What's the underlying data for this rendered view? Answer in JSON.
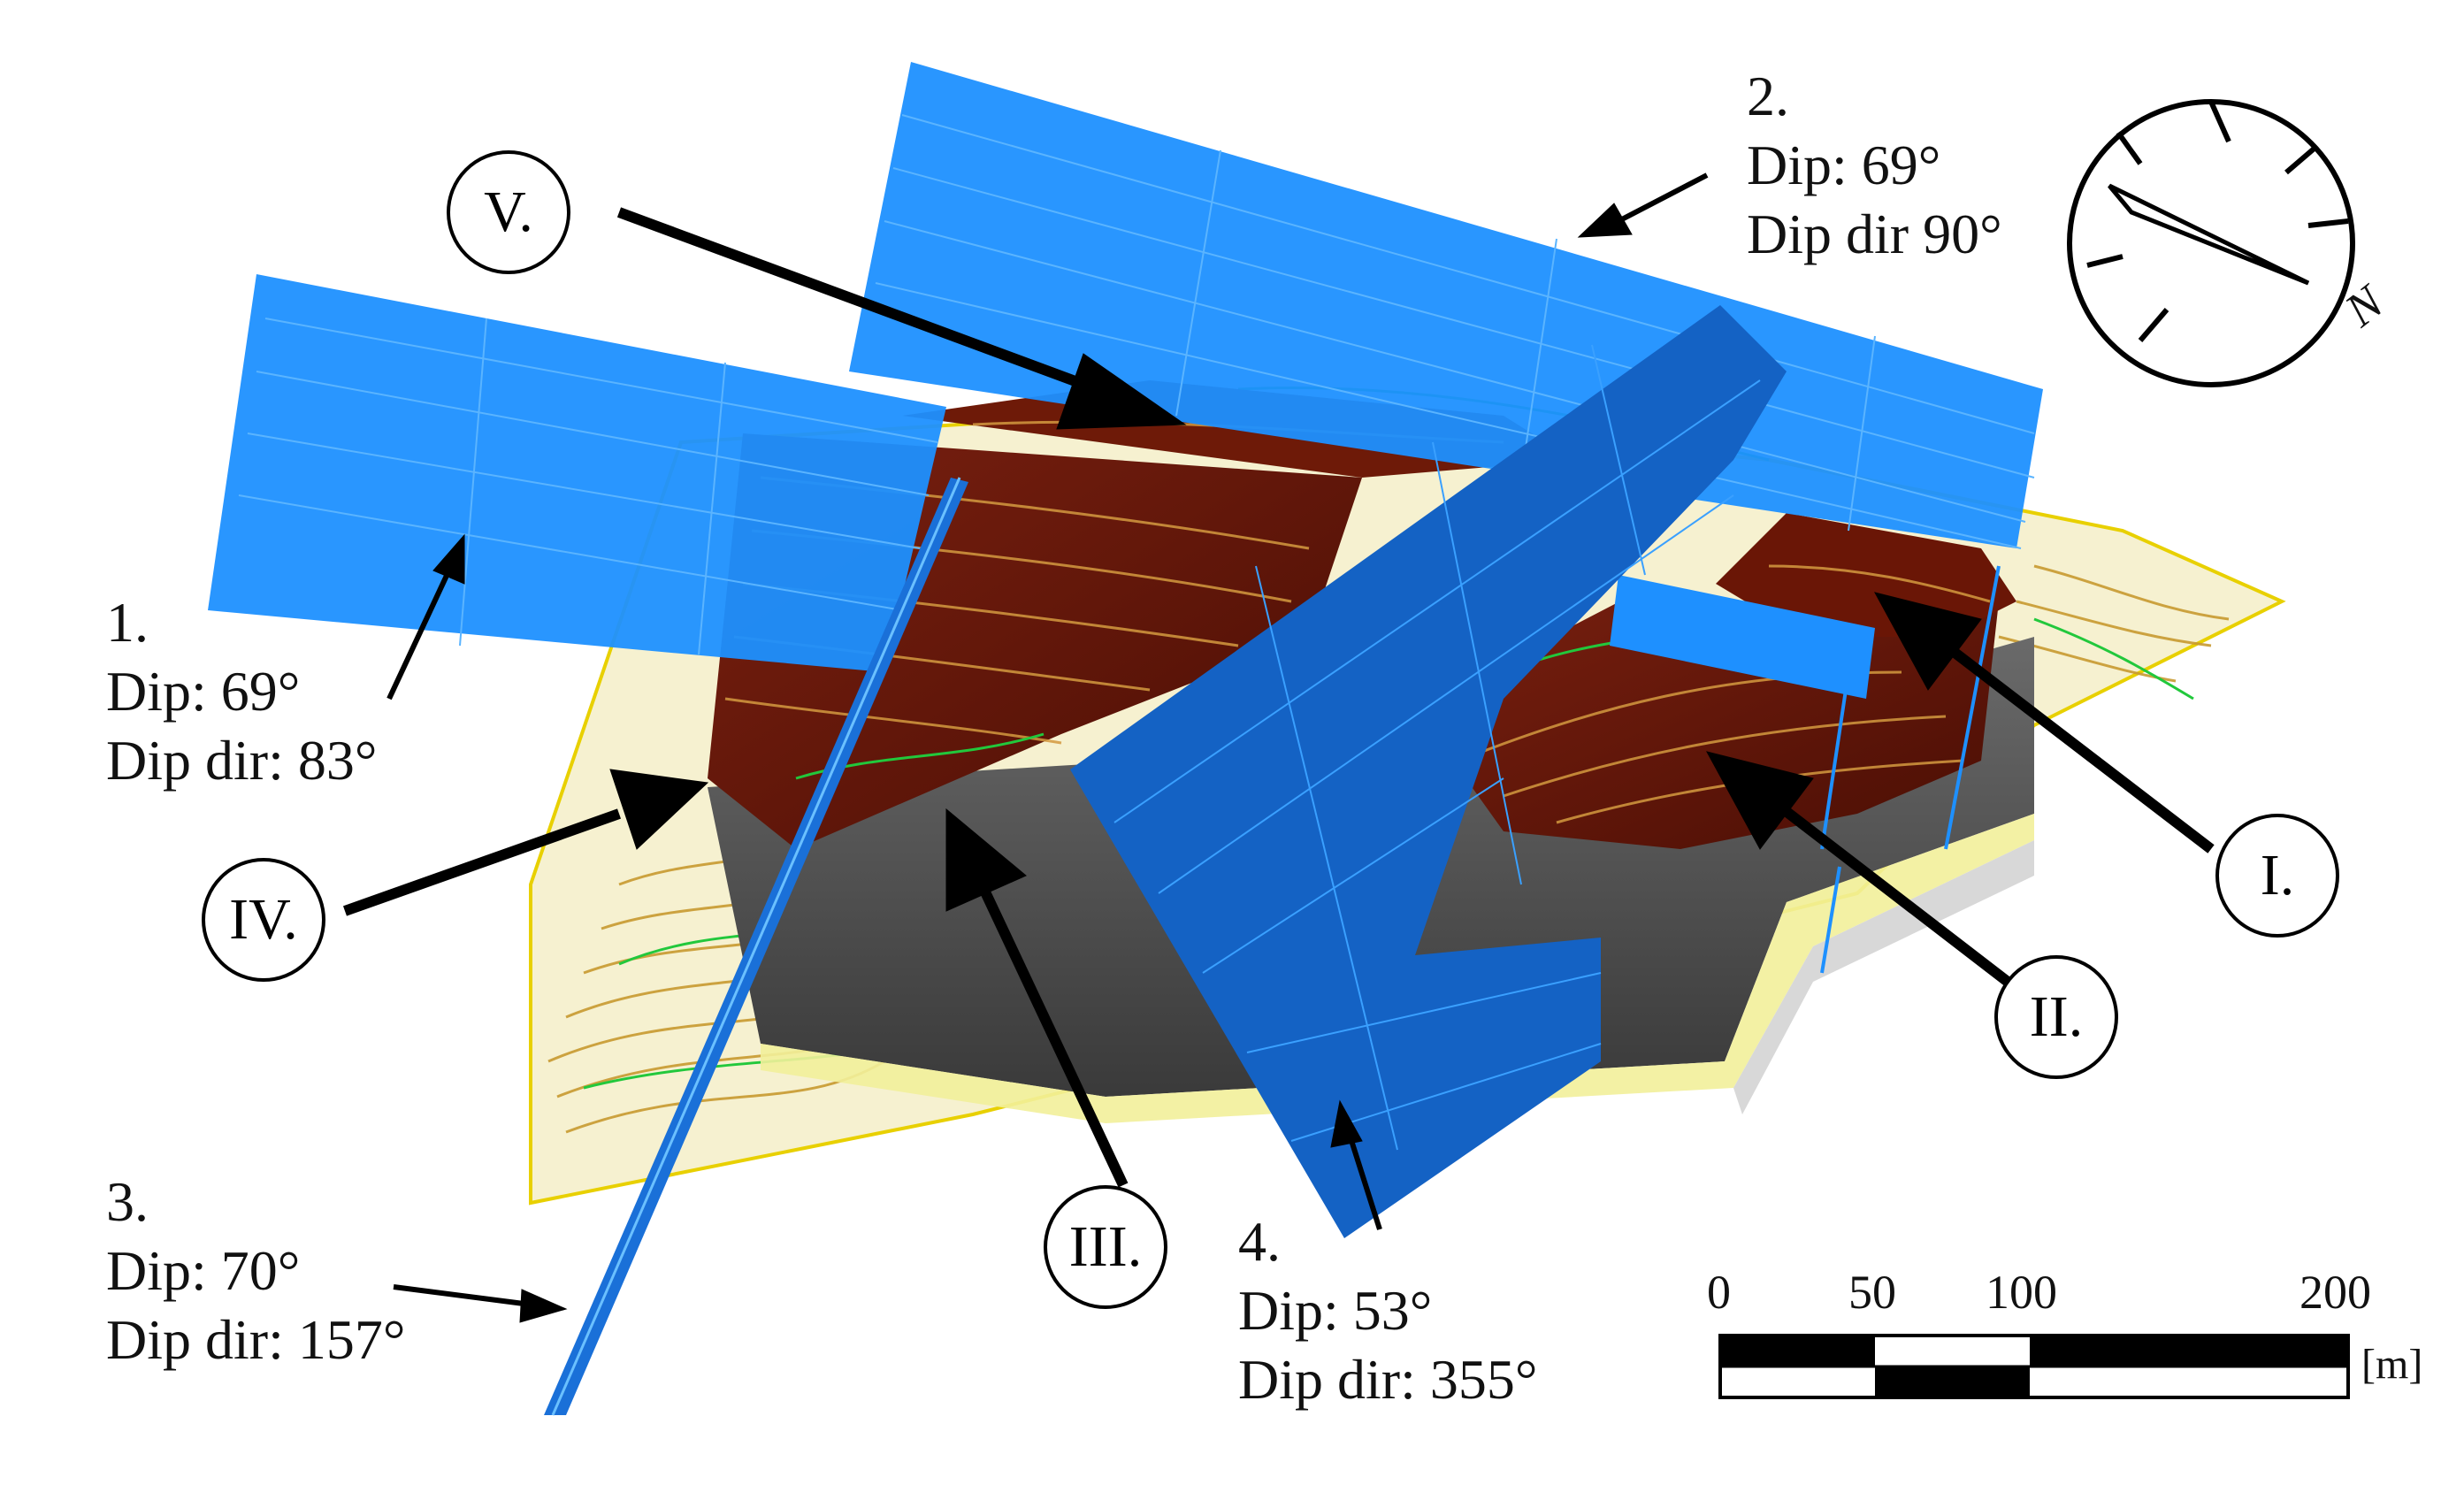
{
  "planes": [
    {
      "number": "1.",
      "dip": "Dip: 69°",
      "dip_dir": "Dip dir: 83°"
    },
    {
      "number": "2.",
      "dip": "Dip: 69°",
      "dip_dir": "Dip dir 90°"
    },
    {
      "number": "3.",
      "dip": "Dip: 70°",
      "dip_dir": "Dip dir: 157°"
    },
    {
      "number": "4.",
      "dip": "Dip: 53°",
      "dip_dir": "Dip dir: 355°"
    }
  ],
  "blocks": [
    "I.",
    "II.",
    "III.",
    "IV.",
    "V."
  ],
  "scale_bar": {
    "ticks": [
      "0",
      "50",
      "100",
      "200"
    ],
    "unit": "[m]"
  },
  "compass": {
    "north_label": "N"
  },
  "colors": {
    "plane_blue": "#1e8ce8",
    "plane_dark_blue": "#1460c0",
    "rock_brown": "#6e1a08",
    "contour_yellow": "#c8a032",
    "contour_green": "#22c83c",
    "base_grey": "#5a5a5a"
  }
}
